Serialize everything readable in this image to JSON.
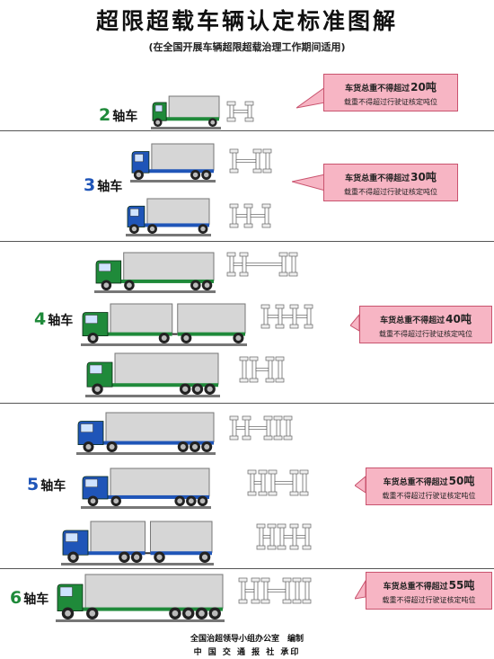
{
  "header": {
    "title": "超限超载车辆认定标准图解",
    "subtitle": "(在全国开展车辆超限超载治理工作期间适用)"
  },
  "colors": {
    "green": "#1f8a3a",
    "blue": "#1f55b8",
    "callout_fill": "#f7b5c4",
    "callout_border": "#c9536e"
  },
  "callout_text": {
    "line1_prefix": "车货总重不得超过",
    "line2": "载重不得超过行驶证核定吨位"
  },
  "sections": [
    {
      "id": "2axle",
      "axle_num": "2",
      "axle_word": "轴车",
      "limit": "20吨"
    },
    {
      "id": "3axle",
      "axle_num": "3",
      "axle_word": "轴车",
      "limit": "30吨"
    },
    {
      "id": "4axle",
      "axle_num": "4",
      "axle_word": "轴车",
      "limit": "40吨"
    },
    {
      "id": "5axle",
      "axle_num": "5",
      "axle_word": "轴车",
      "limit": "50吨"
    },
    {
      "id": "6axle",
      "axle_num": "6",
      "axle_word": "轴车",
      "limit": "55吨"
    }
  ],
  "footer": {
    "line1": "全国治超领导小组办公室　编制",
    "line2": "中 国 交 通 报 社 承印"
  }
}
